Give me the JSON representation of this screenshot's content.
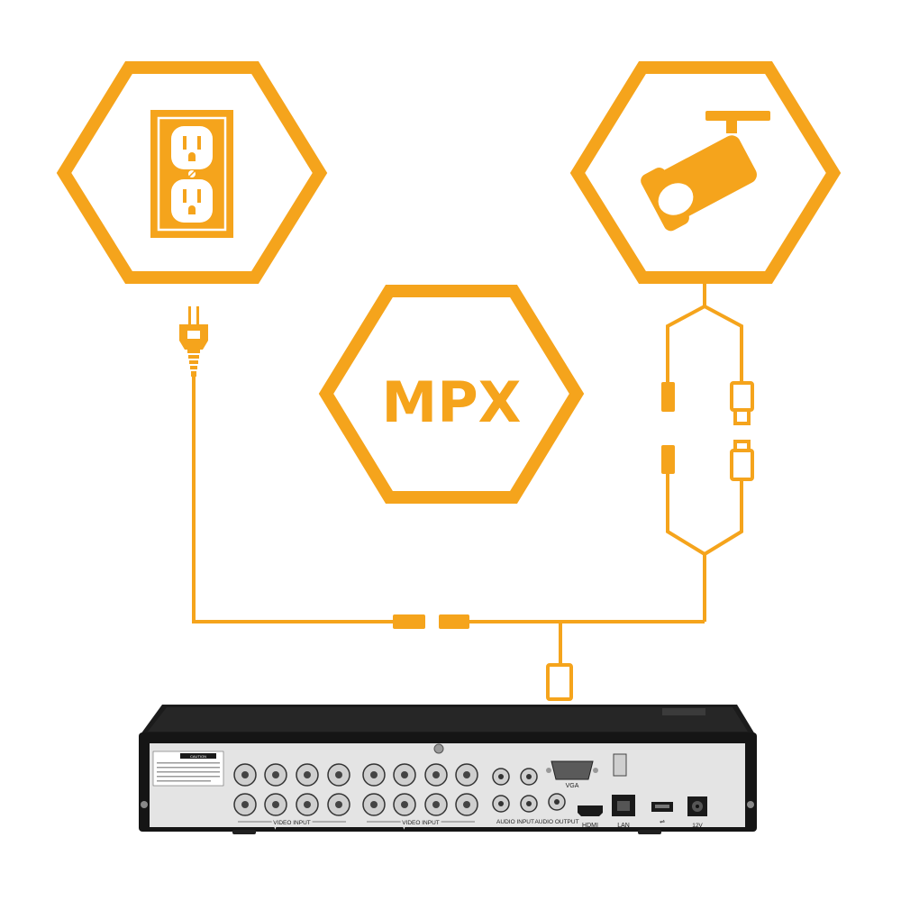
{
  "center_label": "MPX",
  "colors": {
    "accent": "#F5A41C",
    "device_body": "#1b1b1b",
    "device_panel": "#e4e4e4"
  },
  "icons": [
    "power-outlet-icon",
    "security-camera-icon",
    "power-plug-icon",
    "video-power-cable-icon",
    "dvr-recorder-icon"
  ],
  "dvr": {
    "caution_title": "CAUTION",
    "video_input_label": "VIDEO INPUT",
    "vga_label": "VGA",
    "audio_input_label": "AUDIO INPUT",
    "audio_output_label": "AUDIO OUTPUT",
    "hdmi_label": "HDMI",
    "lan_label": "LAN",
    "power_label": "12V"
  }
}
